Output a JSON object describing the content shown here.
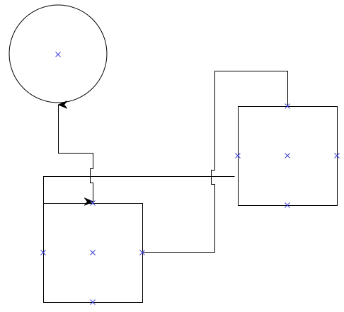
{
  "diagram": {
    "shapes": [
      {
        "id": "circle",
        "kind": "circle"
      },
      {
        "id": "rect-left",
        "kind": "rect"
      },
      {
        "id": "rect-right",
        "kind": "rect"
      }
    ],
    "connectors": [
      {
        "id": "rect-left-to-circle",
        "from": "rect-left",
        "to": "circle",
        "arrow": "end"
      },
      {
        "id": "circle-to-rect-left",
        "from": "circle",
        "to": "rect-left",
        "arrow": "end",
        "has_line_jump": true
      },
      {
        "id": "rect-left-to-rect-right-top",
        "from": "rect-left",
        "to": "rect-right",
        "arrow": "none",
        "has_line_jump": true
      }
    ],
    "colors": {
      "stroke": "#000000",
      "marker": "#3d3dd9",
      "background": "#ffffff"
    },
    "marker_icon": "cross-icon"
  }
}
